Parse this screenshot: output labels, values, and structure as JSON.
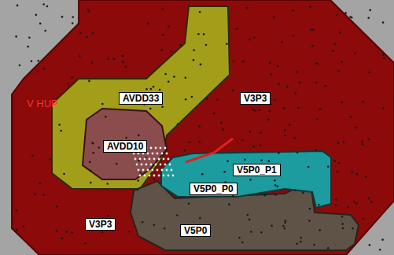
{
  "diagram": {
    "nodes": [
      {
        "text": [
          "AVDD33"
        ]
      },
      {
        "text": [
          "V3P3"
        ]
      },
      {
        "text": [
          "AVDD10"
        ]
      },
      {
        "text": [
          "V5P0_P1"
        ]
      },
      {
        "text": [
          "V5P0_P0"
        ]
      },
      {
        "text": [
          "V3P3"
        ]
      },
      {
        "text": [
          "V5P0"
        ]
      }
    ],
    "labels": [
      "V HUP"
    ]
  }
}
